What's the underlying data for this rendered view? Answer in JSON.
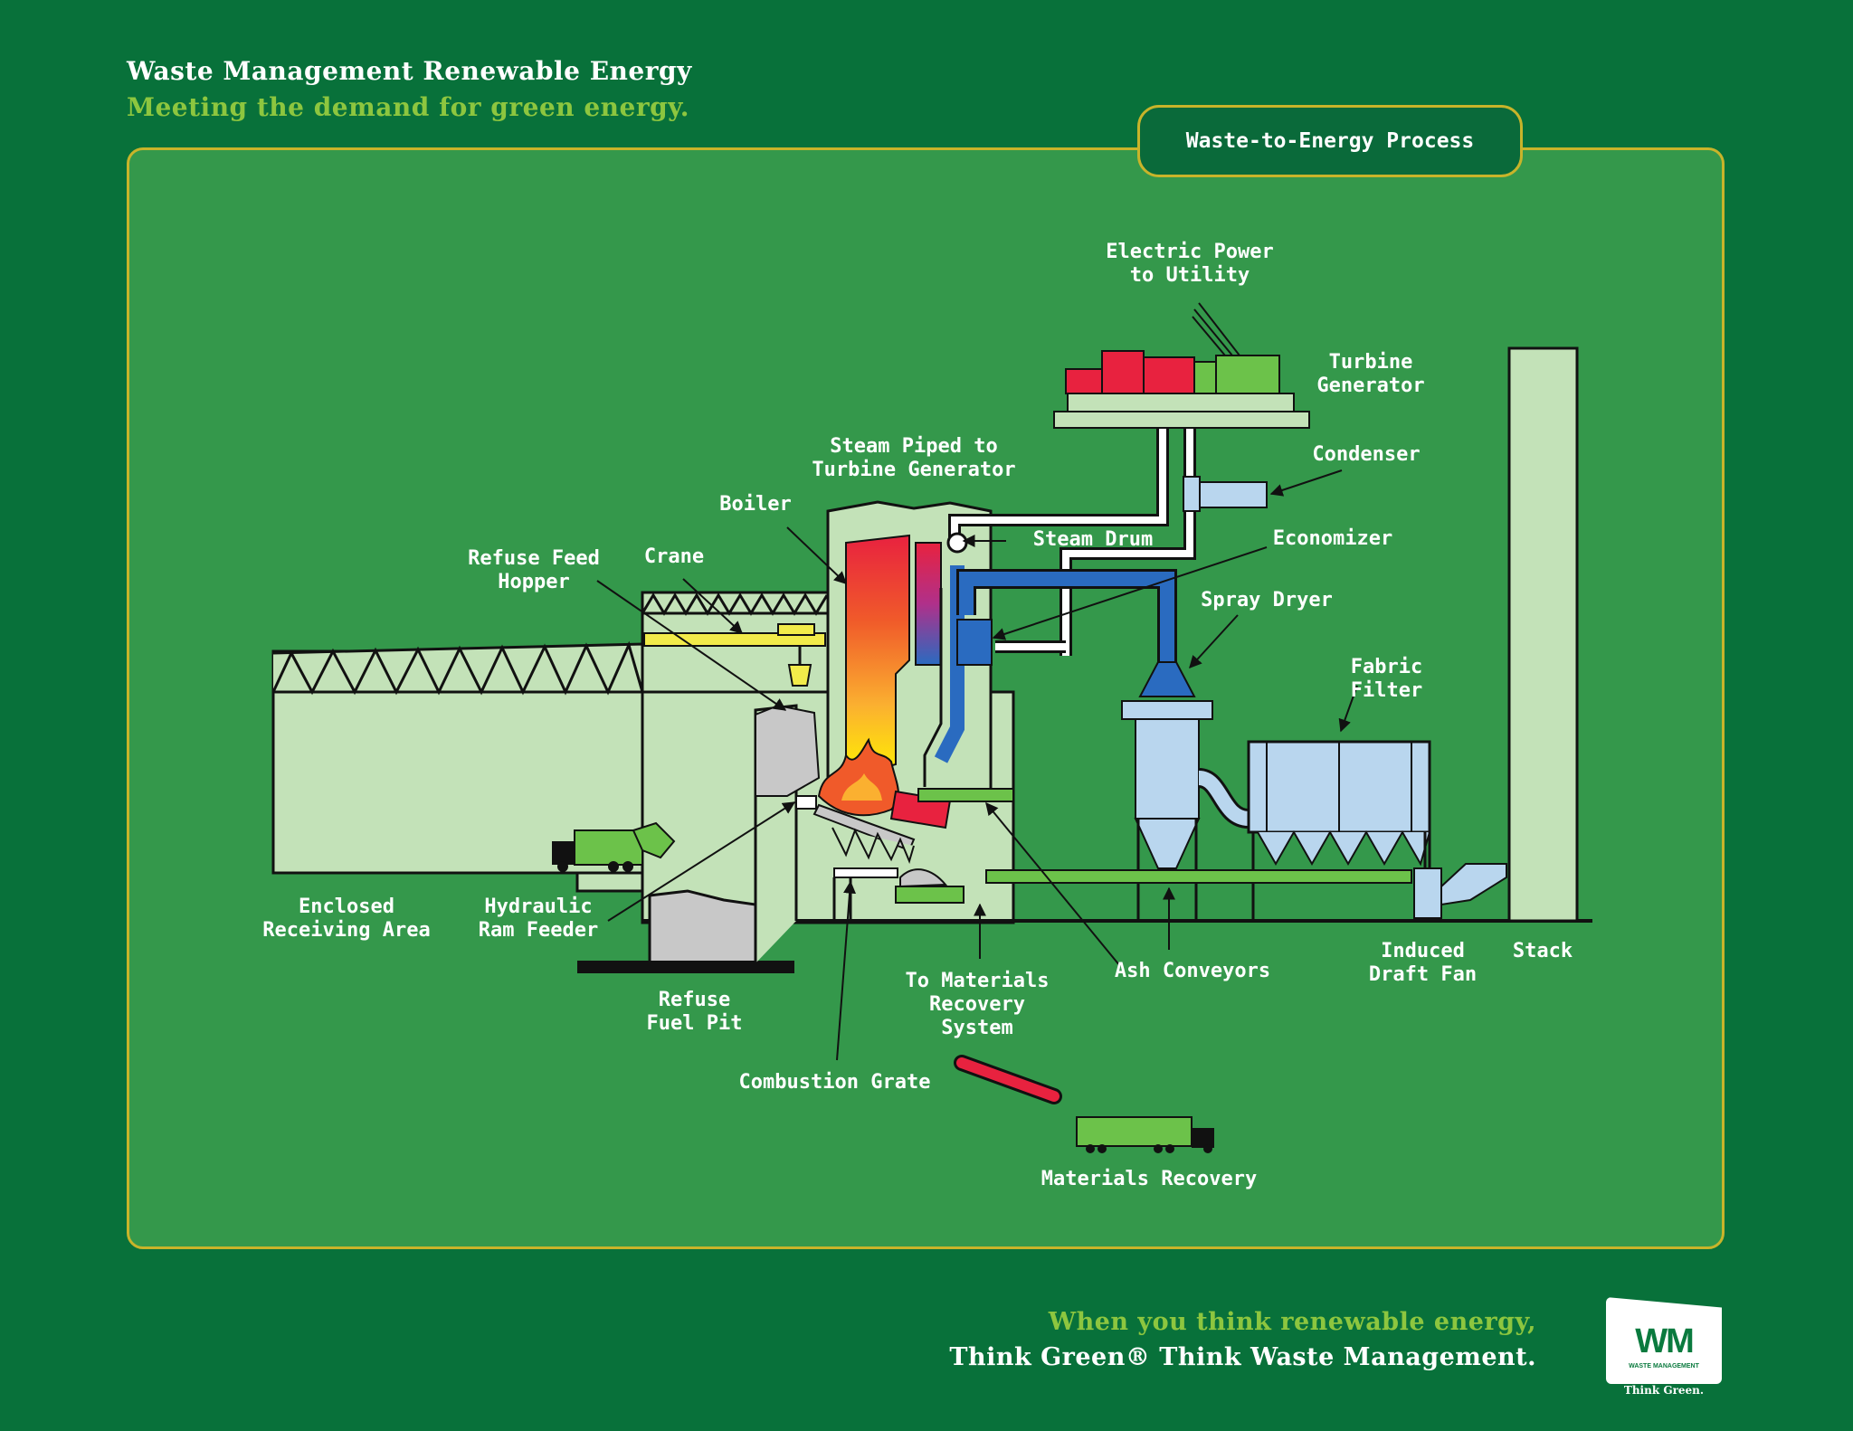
{
  "header": {
    "title": "Waste Management Renewable Energy",
    "subtitle": "Meeting the demand for green energy."
  },
  "process_tab": "Waste-to-Energy Process",
  "labels": {
    "electric_power": "Electric Power\nto Utility",
    "turbine_generator": "Turbine\nGenerator",
    "condenser": "Condenser",
    "steam_piped": "Steam Piped to\nTurbine Generator",
    "boiler": "Boiler",
    "steam_drum": "Steam Drum",
    "economizer": "Economizer",
    "refuse_feed_hopper": "Refuse Feed\nHopper",
    "crane": "Crane",
    "spray_dryer": "Spray Dryer",
    "fabric_filter": "Fabric Filter",
    "enclosed_receiving": "Enclosed\nReceiving Area",
    "hydraulic_ram": "Hydraulic\nRam Feeder",
    "refuse_fuel_pit": "Refuse\nFuel Pit",
    "to_materials_recovery": "To Materials\nRecovery\nSystem",
    "ash_conveyors": "Ash Conveyors",
    "induced_draft_fan": "Induced\nDraft Fan",
    "stack": "Stack",
    "combustion_grate": "Combustion Grate",
    "materials_recovery": "Materials Recovery"
  },
  "footer": {
    "line1": "When you think renewable energy,",
    "line2": "Think Green® Think Waste Management."
  },
  "logo": {
    "mark": "WM",
    "name": "WASTE MANAGEMENT",
    "tagline": "Think Green."
  },
  "colors": {
    "background": "#08713a",
    "panel": "#34984b",
    "panel_border": "#c8b42a",
    "accent_green": "#8dc63f",
    "building": "#c3e2b8",
    "boiler_red": "#e8223f",
    "pipe_blue": "#2a6bc0",
    "filter_blue": "#b9d6ee"
  }
}
